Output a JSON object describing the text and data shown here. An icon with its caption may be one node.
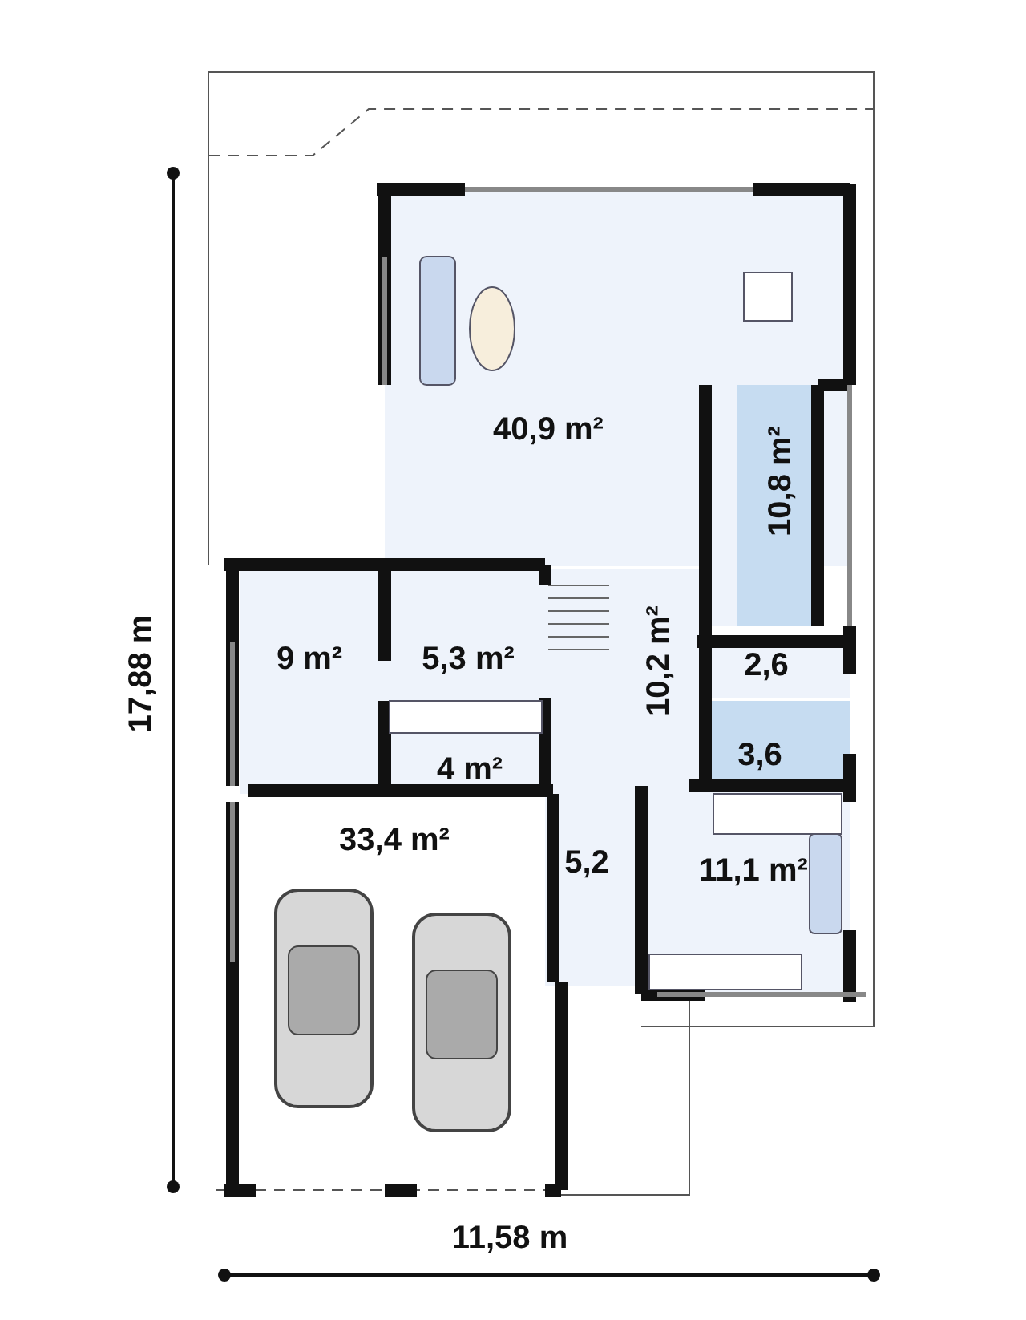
{
  "diagram": {
    "labels": [
      "40,9 m²",
      "10,8 m²",
      "9 m²",
      "5,3 m²",
      "10,2 m²",
      "2,6",
      "4 m²",
      "3,6",
      "33,4 m²",
      "5,2",
      "11,1 m²",
      "17,88 m",
      "11,58 m"
    ]
  }
}
